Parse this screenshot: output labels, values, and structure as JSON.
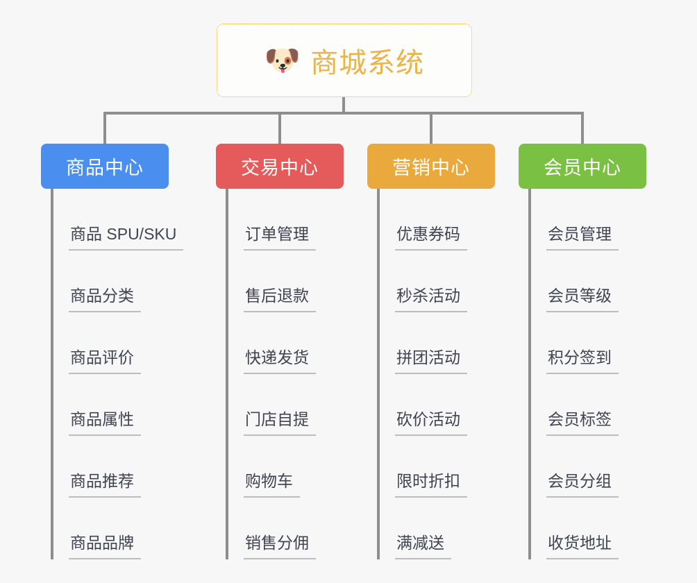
{
  "root": {
    "icon": "shiba-dog-face-emoji",
    "icon_glyph": "🐶",
    "title": "商城系统",
    "border_color": "#e8b34a",
    "text_color": "#e9b44c"
  },
  "connector_color": "#8e8e8e",
  "background_color": "#f7f7f7",
  "leaf_text_color": "#3f4450",
  "leaf_underline_color": "#bdbdbd",
  "columns": [
    {
      "header": "商品中心",
      "color": "#4a8ef0",
      "items": [
        "商品 SPU/SKU",
        "商品分类",
        "商品评价",
        "商品属性",
        "商品推荐",
        "商品品牌"
      ]
    },
    {
      "header": "交易中心",
      "color": "#e55a5a",
      "items": [
        "订单管理",
        "售后退款",
        "快递发货",
        "门店自提",
        "购物车",
        "销售分佣"
      ]
    },
    {
      "header": "营销中心",
      "color": "#e9a93c",
      "items": [
        "优惠券码",
        "秒杀活动",
        "拼团活动",
        "砍价活动",
        "限时折扣",
        "满减送"
      ]
    },
    {
      "header": "会员中心",
      "color": "#7ac143",
      "items": [
        "会员管理",
        "会员等级",
        "积分签到",
        "会员标签",
        "会员分组",
        "收货地址"
      ]
    }
  ]
}
